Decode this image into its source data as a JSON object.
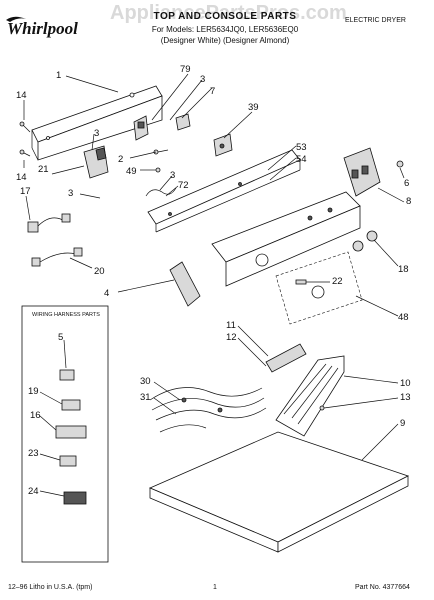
{
  "header": {
    "brand": "Whirlpool",
    "title": "TOP AND CONSOLE PARTS",
    "model_line": "For Models: LER5634JQ0, LER5636EQ0",
    "color_line": "(Designer White) (Designer Almond)",
    "product_type": "ELECTRIC DRYER",
    "watermark": "AppliancePartsPros.com"
  },
  "wiring_box_title": "WIRING HARNESS PARTS",
  "callouts": [
    "1",
    "79",
    "3",
    "7",
    "14",
    "3",
    "39",
    "21",
    "2",
    "53",
    "54",
    "49",
    "3",
    "72",
    "14",
    "6",
    "8",
    "3",
    "17",
    "18",
    "22",
    "20",
    "4",
    "48",
    "11",
    "12",
    "5",
    "10",
    "30",
    "13",
    "31",
    "19",
    "9",
    "16",
    "23",
    "24"
  ],
  "footer": {
    "left": "12–96 Litho in U.S.A. (tpm)",
    "page": "1",
    "part_no": "Part No. 4377664"
  }
}
